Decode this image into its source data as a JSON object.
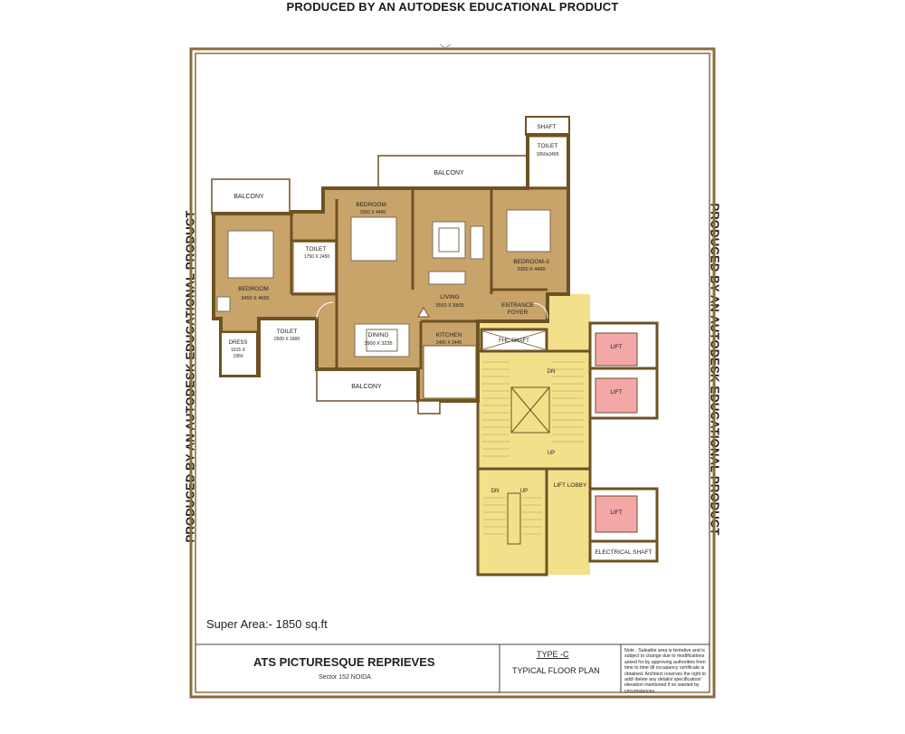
{
  "watermark": "PRODUCED BY AN AUTODESK EDUCATIONAL PRODUCT",
  "colors": {
    "frame": "#8b6b3d",
    "wall": "#6e5224",
    "floor": "#c8a46a",
    "lobby": "#f3e08a",
    "lift": "#f3a7a7"
  },
  "rooms": {
    "balcony_left": "BALCONY",
    "balcony_top": "BALCONY",
    "balcony_bottom": "BALCONY",
    "shaft": "SHAFT",
    "toilet_top": {
      "name": "TOILET",
      "size": "1650x2400"
    },
    "bedroom_left": {
      "name": "BEDROOM",
      "size": "3450 X 4665"
    },
    "toilet_mid": {
      "name": "TOILET",
      "size": "1750 X 2450"
    },
    "bedroom_mid": {
      "name": "BEDROOM",
      "size": "3350 X 4400"
    },
    "bedroom_3": {
      "name": "BEDROOM-3",
      "size": "3300 X 4400"
    },
    "living": {
      "name": "LIVING",
      "size": "3550 X 5805"
    },
    "entrance": {
      "line1": "ENTRANCE",
      "line2": "FOYER"
    },
    "toilet_low": {
      "name": "TOILET",
      "size": "2500 X 1800"
    },
    "dress": {
      "name": "DRESS",
      "size1": "1615 X",
      "size2": "1950"
    },
    "dining": {
      "name": "DINING",
      "size": "3900 X 3235"
    },
    "kitchen": {
      "name": "KITCHEN",
      "size": "2400 X 3445"
    },
    "fire_shaft": "FHC SHAFT",
    "stair_dn_1": "DN",
    "stair_up_1": "UP",
    "stair_dn_2": "DN",
    "stair_up_2": "UP",
    "lift_lobby": "LIFT LOBBY",
    "lift_1": "LIFT",
    "lift_2": "LIFT",
    "lift_3": "LIFT",
    "electrical_shaft": "ELECTRICAL SHAFT"
  },
  "info": {
    "super_area": "Super Area:- 1850 sq.ft",
    "project": "ATS PICTURESQUE REPRIEVES",
    "location": "Sector 152 NOIDA",
    "type": "TYPE -C",
    "plan": "TYPICAL FLOOR PLAN",
    "note": "Note : Saleable area is tentative and is subject to change due to modifications asked for by approving authorities from time to time till occupancy certificate is obtained. Architect reserves the right to add/ delete any details/ specification/ elevation mentioned if so wanted by circumstances."
  }
}
